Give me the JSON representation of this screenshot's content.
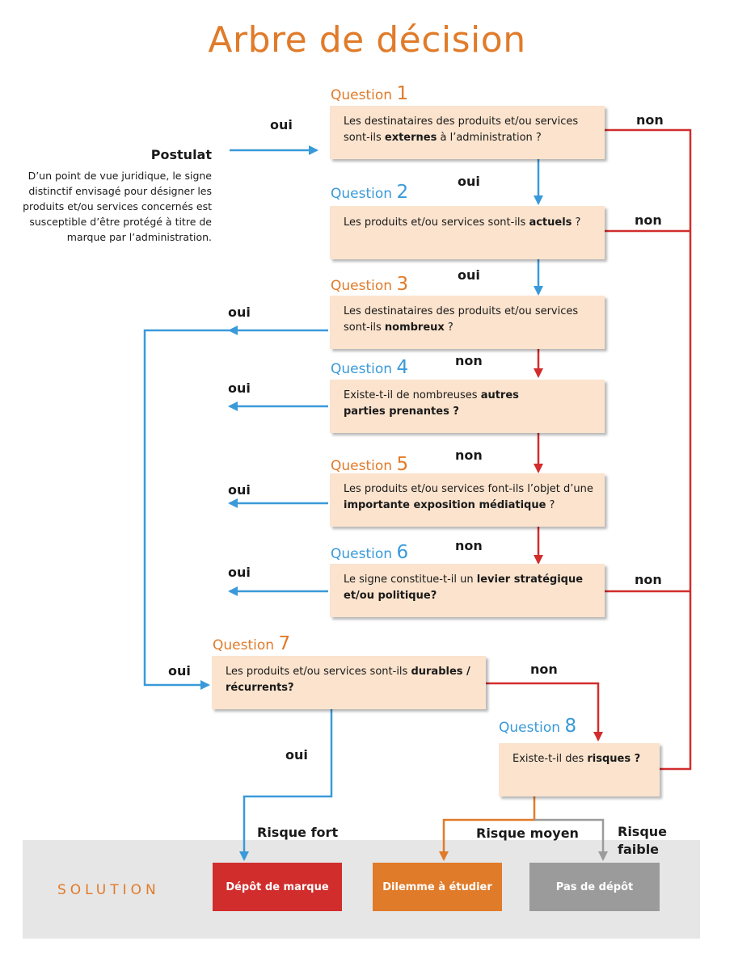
{
  "title": "Arbre de décision",
  "postulat": {
    "title": "Postulat",
    "text": "D’un point de vue juridique, le signe distinctif envisagé pour désigner les produits et/ou services concernés est susceptible d’être protégé à titre de marque par l’administration."
  },
  "questions": [
    {
      "label": "Question",
      "num": "1",
      "pre": "Les destinataires des produits et/ou services sont-ils ",
      "bold": "externes",
      "post": " à l’administration ?"
    },
    {
      "label": "Question",
      "num": "2",
      "pre": "Les produits et/ou services sont-ils ",
      "bold": "actuels",
      "post": " ?"
    },
    {
      "label": "Question",
      "num": "3",
      "pre": "Les destinataires des produits et/ou services sont-ils ",
      "bold": "nombreux",
      "post": " ?"
    },
    {
      "label": "Question",
      "num": "4",
      "pre": "Existe-t-il de nombreuses ",
      "bold": "autres parties prenantes ?",
      "post": ""
    },
    {
      "label": "Question",
      "num": "5",
      "pre": "Les produits et/ou services font-ils l’objet d’une ",
      "bold": "importante exposition médiatique",
      "post": " ?"
    },
    {
      "label": "Question",
      "num": "6",
      "pre": "Le signe constitue-t-il un ",
      "bold": "levier stratégique et/ou politique?",
      "post": ""
    },
    {
      "label": "Question",
      "num": "7",
      "pre": "Les produits et/ou services sont-ils ",
      "bold": "durables / récurrents?",
      "post": ""
    },
    {
      "label": "Question",
      "num": "8",
      "pre": "Existe-t-il des ",
      "bold": "risques ?",
      "post": ""
    }
  ],
  "edge_labels": {
    "yes": "oui",
    "no": "non"
  },
  "solution": {
    "label": "SOLUTION",
    "risks": {
      "high": "Risque fort",
      "medium": "Risque moyen",
      "low": "Risque faible"
    },
    "outcomes": {
      "high": "Dépôt de marque",
      "medium": "Dilemme à étudier",
      "low": "Pas de dépôt"
    }
  },
  "colors": {
    "accent_orange": "#e07b2a",
    "accent_blue": "#3a9ad9",
    "yes_arrow": "#3a9ad9",
    "no_arrow": "#d12d2d",
    "box_fill": "#fbe3cd",
    "outcome_high": "#d12d2d",
    "outcome_medium": "#e07b2a",
    "outcome_low": "#9b9b9b",
    "solution_band": "#e6e6e6"
  }
}
